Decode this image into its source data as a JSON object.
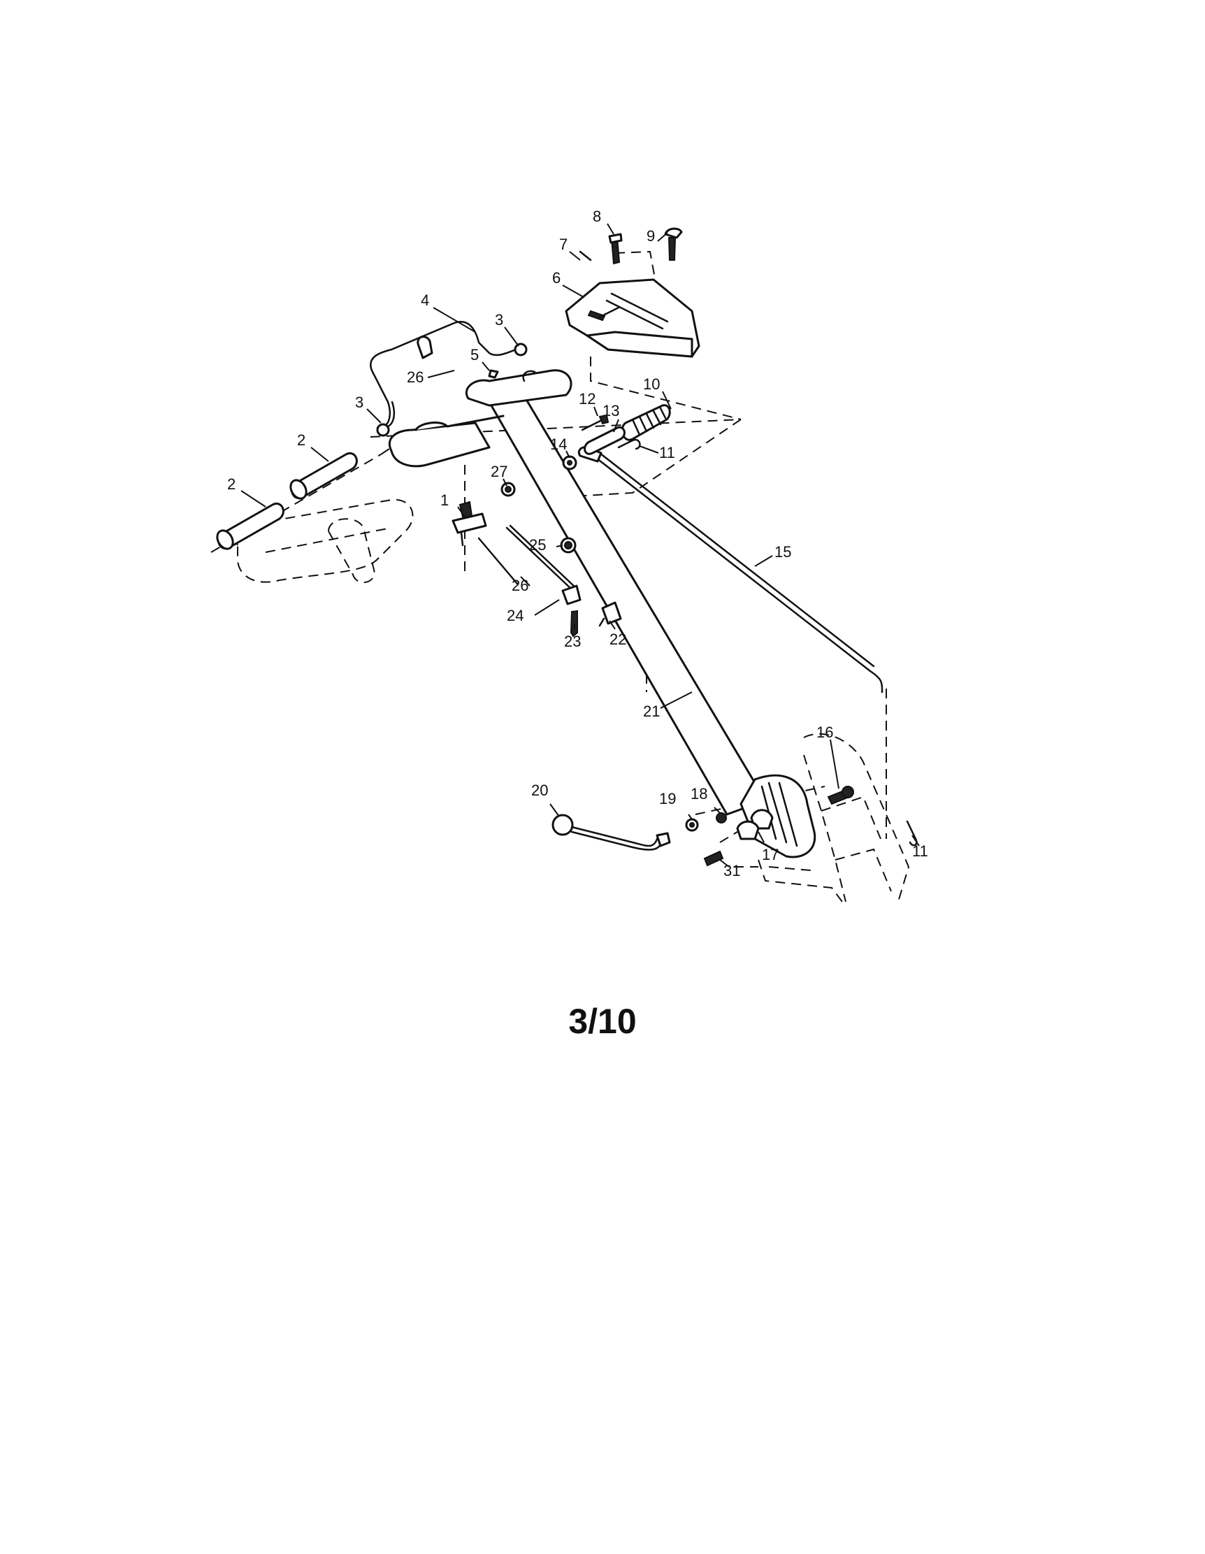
{
  "page_number": "3/10",
  "callouts": [
    "1",
    "2",
    "2",
    "3",
    "3",
    "4",
    "5",
    "6",
    "7",
    "8",
    "9",
    "10",
    "11",
    "11",
    "12",
    "13",
    "14",
    "15",
    "16",
    "17",
    "18",
    "19",
    "20",
    "21",
    "22",
    "23",
    "24",
    "25",
    "26",
    "26",
    "27",
    "31"
  ]
}
